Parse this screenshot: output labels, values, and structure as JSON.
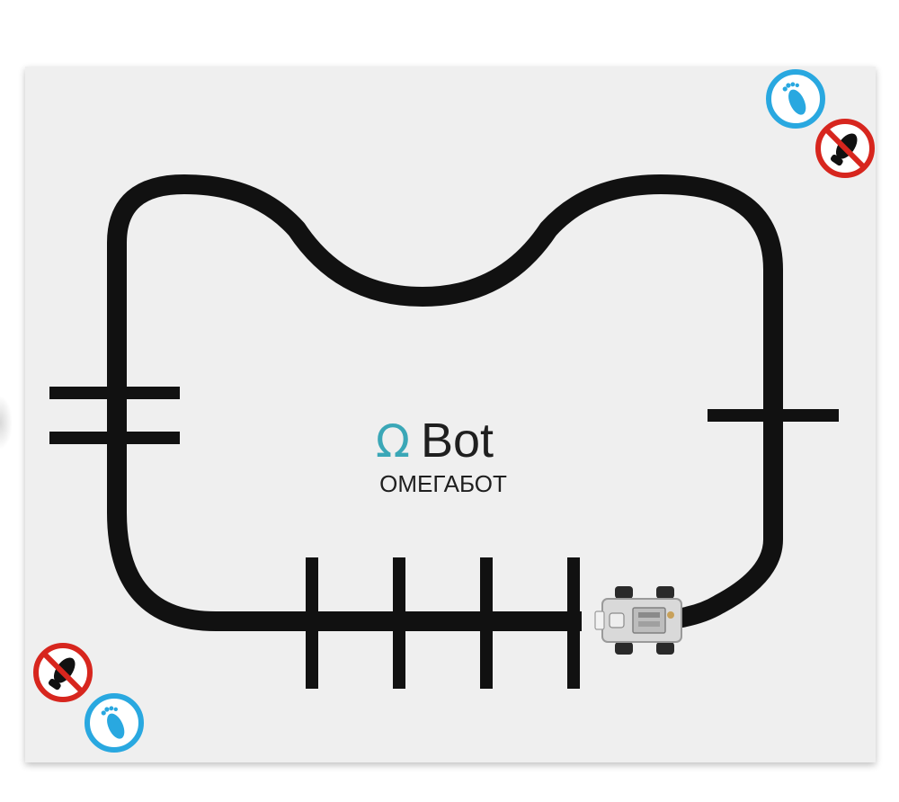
{
  "logo": {
    "symbol": "Ω",
    "word": "Bot",
    "subtitle": "ОМЕГАБОТ"
  },
  "colors": {
    "mat": "#efefef",
    "track": "#111111",
    "logo_accent": "#3aa7b7",
    "logo_text": "#1f1f1f",
    "allowed_sign": "#29a8e0",
    "forbidden_sign": "#d7261e"
  },
  "icons": {
    "allowed": "footprint-allowed-icon",
    "forbidden": "footprint-forbidden-icon",
    "robot": "omegabot-robot-icon"
  }
}
